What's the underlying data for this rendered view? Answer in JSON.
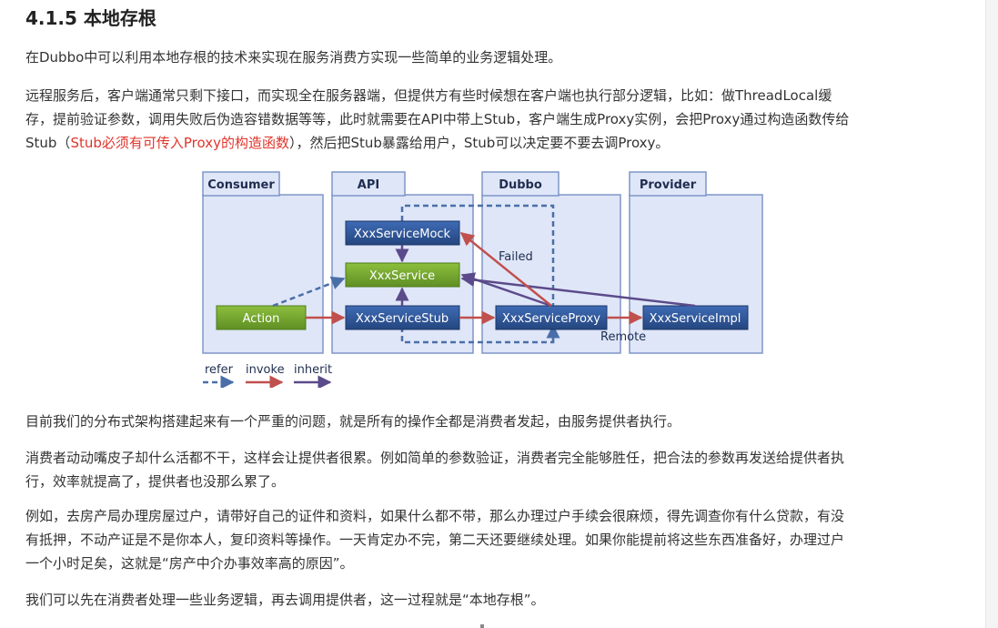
{
  "heading": "4.1.5 本地存根",
  "paragraphs": {
    "p1": "在Dubbo中可以利用本地存根的技术来实现在服务消费方实现一些简单的业务逻辑处理。",
    "p2_line1": "远程服务后，客户端通常只剩下接口，而实现全在服务器端，但提供方有些时候想在客户端也执行部分逻辑，比如：做ThreadLocal缓",
    "p2_line2": "存，提前验证参数，调用失败后伪造容错数据等等，此时就需要在API中带上Stub，客户端生成Proxy实例，会把Proxy通过构造函数传给",
    "p2_line3_start": "Stub（",
    "p2_line3_red": "Stub必须有可传入Proxy的构造函数",
    "p2_line3_end": "），然后把Stub暴露给用户，Stub可以决定要不要去调Proxy。",
    "p3": "目前我们的分布式架构搭建起来有一个严重的问题，就是所有的操作全都是消费者发起，由服务提供者执行。",
    "p4_line1": "消费者动动嘴皮子却什么活都不干，这样会让提供者很累。例如简单的参数验证，消费者完全能够胜任，把合法的参数再发送给提供者执",
    "p4_line2": "行，效率就提高了，提供者也没那么累了。",
    "p5_line1": "例如，去房产局办理房屋过户，请带好自己的证件和资料，如果什么都不带，那么办理过户手续会很麻烦，得先调查你有什么贷款，有没",
    "p5_line2": "有抵押，不动产证是不是你本人，复印资料等操作。一天肯定办不完，第二天还要继续处理。如果你能提前将这些东西准备好，办理过户",
    "p5_line3": "一个小时足矣，这就是“房产中介办事效率高的原因”。",
    "p6": "我们可以先在消费者处理一些业务逻辑，再去调用提供者，这一过程就是“本地存根”。"
  },
  "diagram": {
    "panels": {
      "consumer": "Consumer",
      "api": "API",
      "dubbo": "Dubbo",
      "provider": "Provider"
    },
    "boxes": {
      "mock": "XxxServiceMock",
      "service": "XxxService",
      "action": "Action",
      "stub": "XxxServiceStub",
      "proxy": "XxxServiceProxy",
      "impl": "XxxServiceImpl"
    },
    "labels": {
      "failed": "Failed",
      "remote": "Remote"
    },
    "legend": {
      "refer": "refer",
      "invoke": "invoke",
      "inherit": "inherit"
    },
    "colors": {
      "panel_fill": "#dfe6f8",
      "panel_border": "#7f95c8",
      "box_blue": "#2f5597",
      "box_green": "#76a531",
      "refer": "#4a6fa8",
      "invoke": "#c0504d",
      "inherit": "#5b4b8a"
    }
  }
}
